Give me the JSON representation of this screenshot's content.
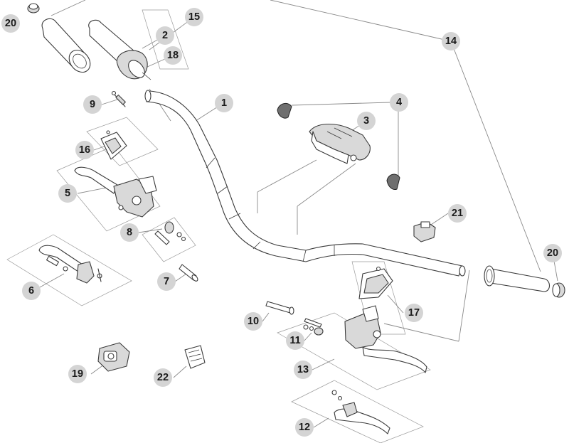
{
  "callouts": {
    "c1": "1",
    "c2": "2",
    "c3": "3",
    "c4": "4",
    "c5": "5",
    "c6": "6",
    "c7": "7",
    "c8": "8",
    "c9": "9",
    "c10": "10",
    "c11": "11",
    "c12": "12",
    "c13": "13",
    "c14": "14",
    "c15": "15",
    "c16": "16",
    "c17": "17",
    "c18": "18",
    "c19": "19",
    "c20a": "20",
    "c20b": "20",
    "c21": "21",
    "c22": "22"
  }
}
